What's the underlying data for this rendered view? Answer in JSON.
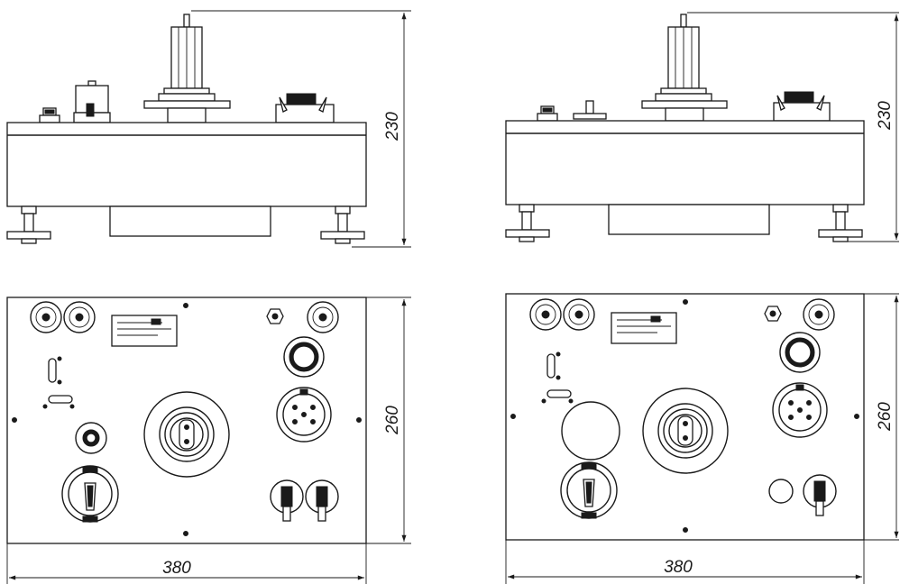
{
  "dimensions": {
    "left_height": "230",
    "right_height": "230",
    "left_depth": "260",
    "right_depth": "260",
    "left_width": "380",
    "right_width": "380"
  },
  "colors": {
    "line": "#1a1a1a",
    "background": "#ffffff"
  }
}
